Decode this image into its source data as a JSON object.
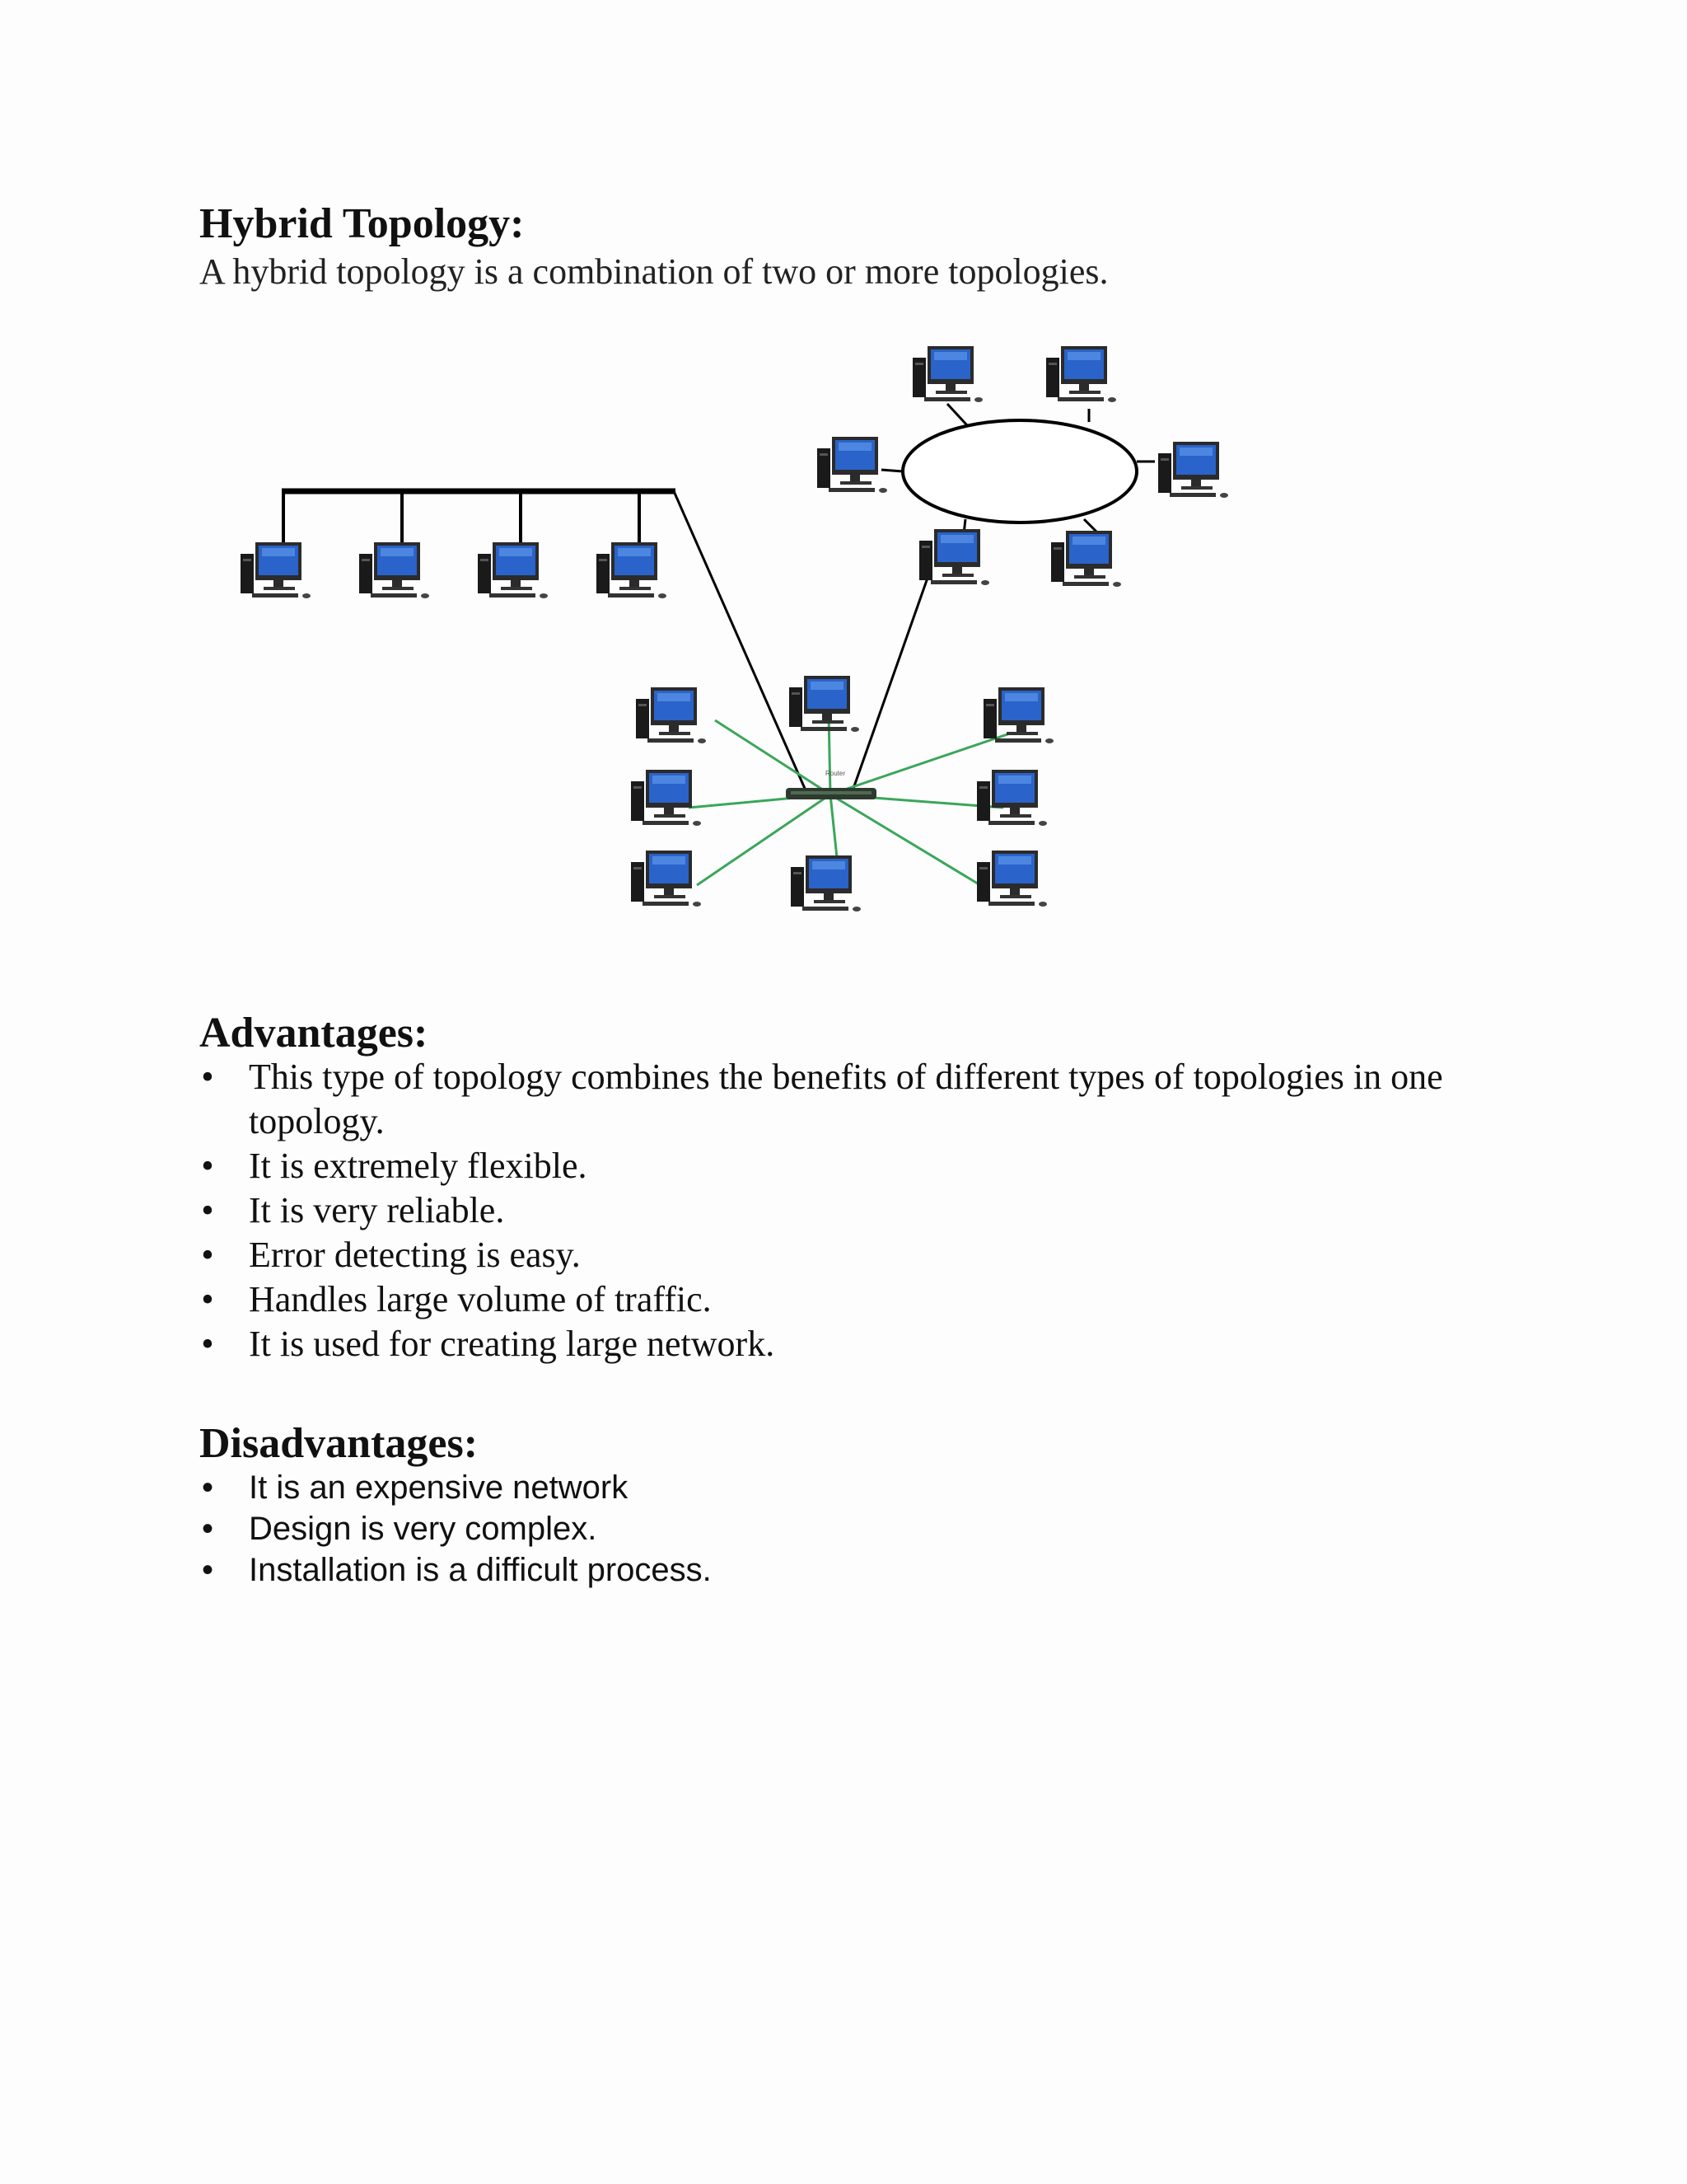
{
  "header": {
    "title": "Hybrid Topology:",
    "intro": "A hybrid topology is a combination of two or more topologies."
  },
  "diagram": {
    "hub_label": "Router",
    "colors": {
      "monitor": "#2a63c9",
      "case": "#1a1a1a",
      "bus_line": "#000000",
      "star_line": "#3aa65a"
    },
    "icons": [
      "desktop-computer-icon",
      "router-icon"
    ]
  },
  "advantages": {
    "heading": "Advantages:",
    "items": [
      "This type of topology combines the benefits of different types of topologies in one topology.",
      "It is extremely flexible.",
      "It is very reliable.",
      "Error detecting is easy.",
      "Handles large volume of traffic.",
      "It is used for creating large network."
    ]
  },
  "disadvantages": {
    "heading": "Disadvantages:",
    "items": [
      "It is an expensive network",
      "Design is very complex.",
      "Installation is a difficult process."
    ]
  },
  "bullet": "•"
}
